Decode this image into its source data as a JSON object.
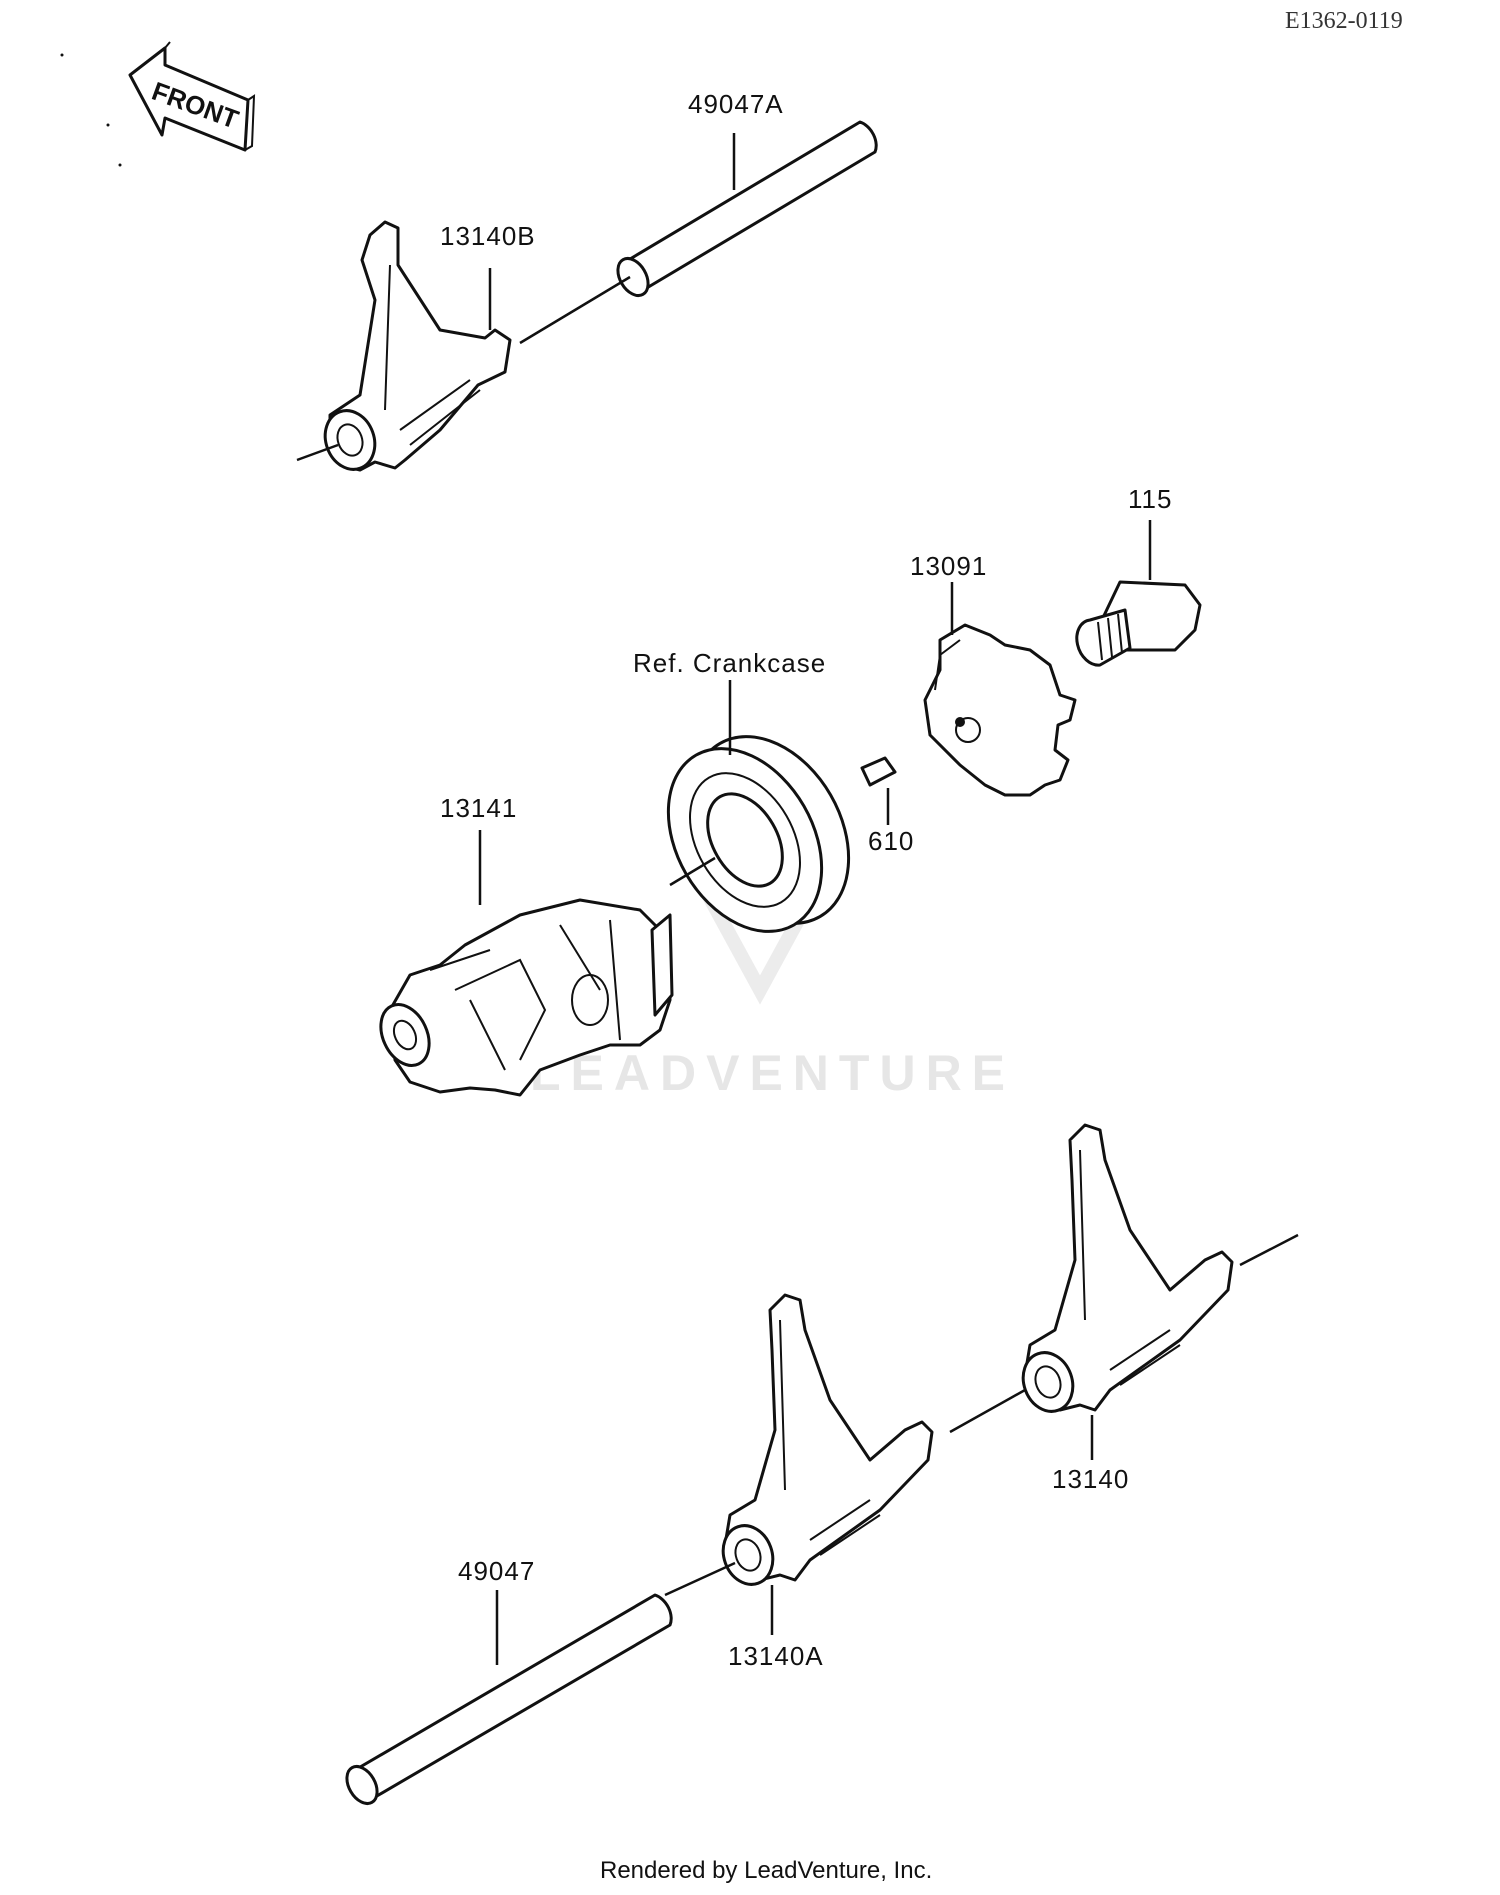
{
  "diagram_code": "E1362-0119",
  "front_label": "FRONT",
  "parts": {
    "shaft_upper": "49047A",
    "fork_upper": "13140B",
    "bolt": "115",
    "cam": "13091",
    "crankcase_ref": "Ref. Crankcase",
    "drum": "13141",
    "pin": "610",
    "fork_right": "13140",
    "shaft_lower": "49047",
    "fork_lower": "13140A"
  },
  "watermark": "LEADVENTURE",
  "footer": "Rendered by LeadVenture, Inc."
}
